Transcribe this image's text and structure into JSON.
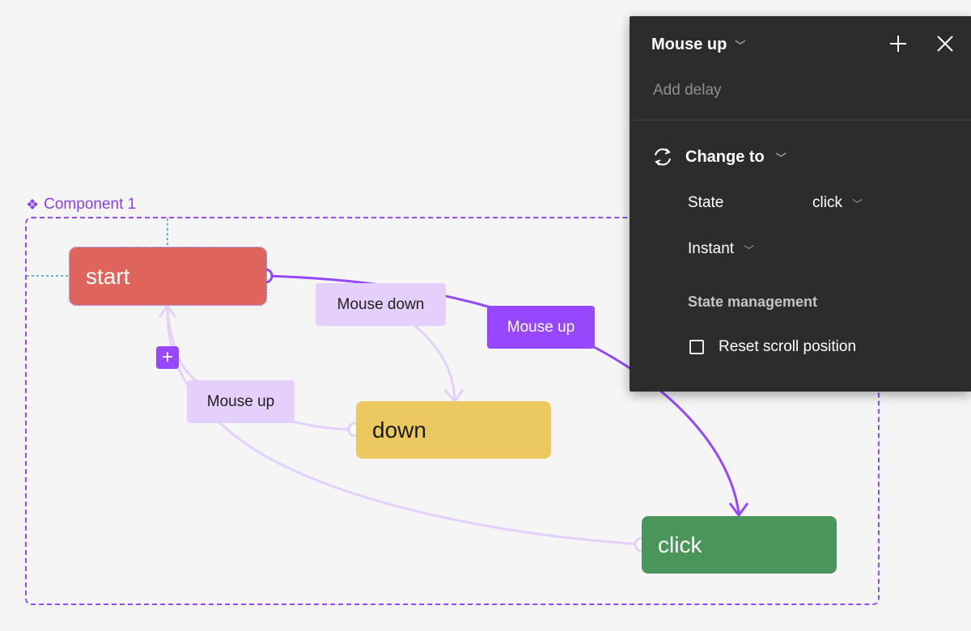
{
  "component": {
    "name": "Component 1",
    "icon": "component-diamond-icon",
    "states": [
      {
        "label": "start",
        "color": "#df645c"
      },
      {
        "label": "down",
        "color": "#ebc95f"
      },
      {
        "label": "click",
        "color": "#4a955a"
      }
    ]
  },
  "interactions": [
    {
      "label": "Mouse down",
      "from": "start",
      "to": "down",
      "selected": false
    },
    {
      "label": "Mouse up",
      "from": "start",
      "to": "click",
      "selected": true
    },
    {
      "label": "Mouse up",
      "from": "down",
      "to": "start",
      "selected": false
    }
  ],
  "accent_color": "#9747ff",
  "panel": {
    "trigger": "Mouse up",
    "delay_placeholder": "Add delay",
    "action": "Change to",
    "state_label": "State",
    "state_value": "click",
    "animation": "Instant",
    "section_title": "State management",
    "reset_scroll_label": "Reset scroll position",
    "reset_scroll_checked": false,
    "background": "#2c2c2c"
  }
}
